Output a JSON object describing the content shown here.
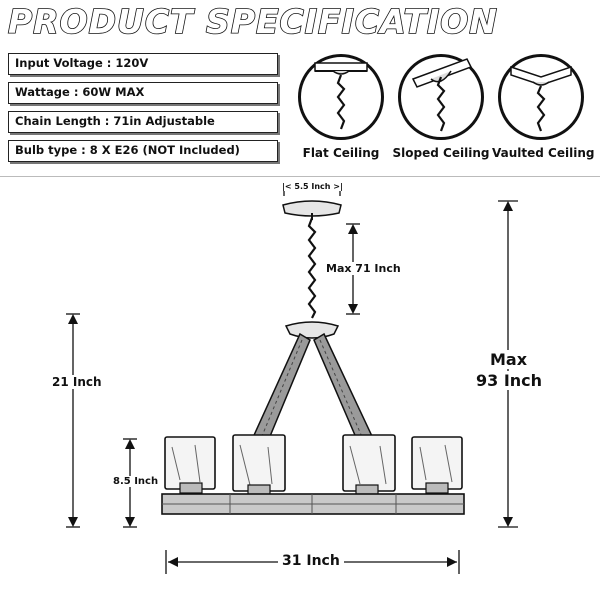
{
  "header": {
    "title": "PRODUCT SPECIFICATION"
  },
  "specs": [
    {
      "label": "Input Voltage : 120V"
    },
    {
      "label": "Wattage : 60W MAX"
    },
    {
      "label": "Chain Length : 71in Adjustable"
    },
    {
      "label": "Bulb type : 8 X E26  (NOT Included)"
    }
  ],
  "mounts": [
    {
      "label": "Flat Ceiling",
      "icon": "flat-ceiling-icon"
    },
    {
      "label": "Sloped Ceiling",
      "icon": "sloped-ceiling-icon"
    },
    {
      "label": "Vaulted Ceiling",
      "icon": "vaulted-ceiling-icon"
    }
  ],
  "dimensions": {
    "canopy": "|< 5.5 Inch >|",
    "chain": "Max 71 Inch",
    "body_height": "21 Inch",
    "glass_height": "8.5 Inch",
    "max_height_line1": "Max",
    "max_height_line2": "93 Inch",
    "width": "31 Inch"
  }
}
